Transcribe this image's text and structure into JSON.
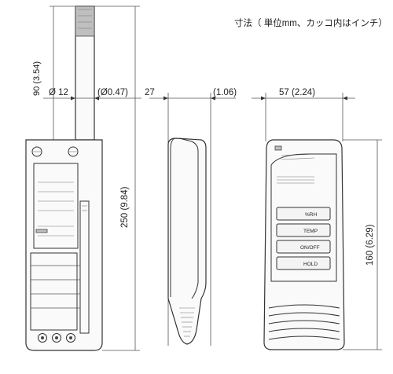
{
  "note": "寸法（ 単位mm、カッコ内はインチ）",
  "dimensions": {
    "probe_length": "90 (3.54)",
    "probe_dia_mm": "Ø 12",
    "probe_dia_in": "(Ø0.47)",
    "total_length": "250 (9.84)",
    "thickness_mm": "27",
    "thickness_in": "(1.06)",
    "width": "57 (2.24)",
    "height": "160 (6.29)"
  },
  "buttons": {
    "rh": "%RH",
    "temp": "TEMP",
    "onoff": "ON/OFF",
    "hold": "HOLD"
  }
}
